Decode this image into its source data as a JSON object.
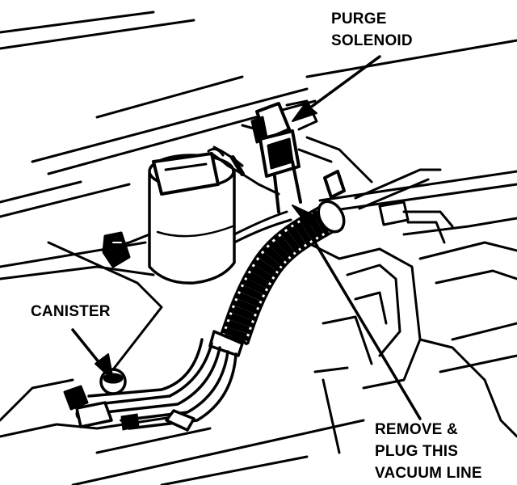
{
  "labels": {
    "purge_solenoid": [
      "PURGE",
      "SOLENOID"
    ],
    "canister": "CANISTER",
    "remove_plug": [
      "REMOVE &",
      "PLUG THIS",
      "VACUUM LINE"
    ]
  },
  "colors": {
    "ink": "#000000",
    "paper": "#ffffff"
  }
}
